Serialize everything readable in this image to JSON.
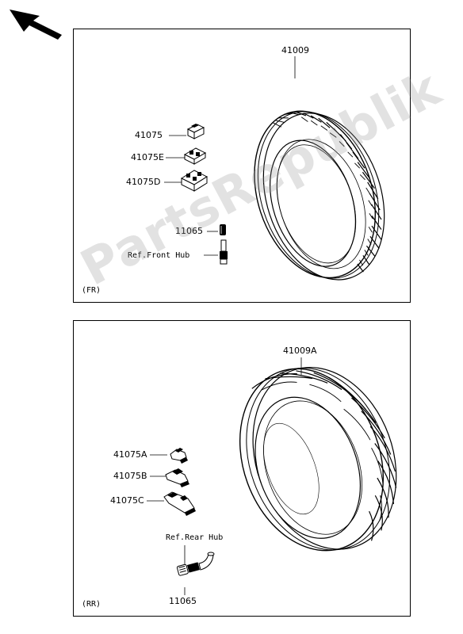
{
  "front": {
    "section": "(FR)",
    "tire": "41009",
    "weight_1": "41075",
    "weight_2": "41075E",
    "weight_3": "41075D",
    "valve": "11065",
    "ref": "Ref.Front Hub"
  },
  "rear": {
    "section": "(RR)",
    "tire": "41009A",
    "weight_1": "41075A",
    "weight_2": "41075B",
    "weight_3": "41075C",
    "valve": "11065",
    "ref": "Ref.Rear Hub"
  },
  "watermark": "PartsRepublik",
  "icons": {
    "orientation_arrow": "front-direction-arrow-icon"
  }
}
